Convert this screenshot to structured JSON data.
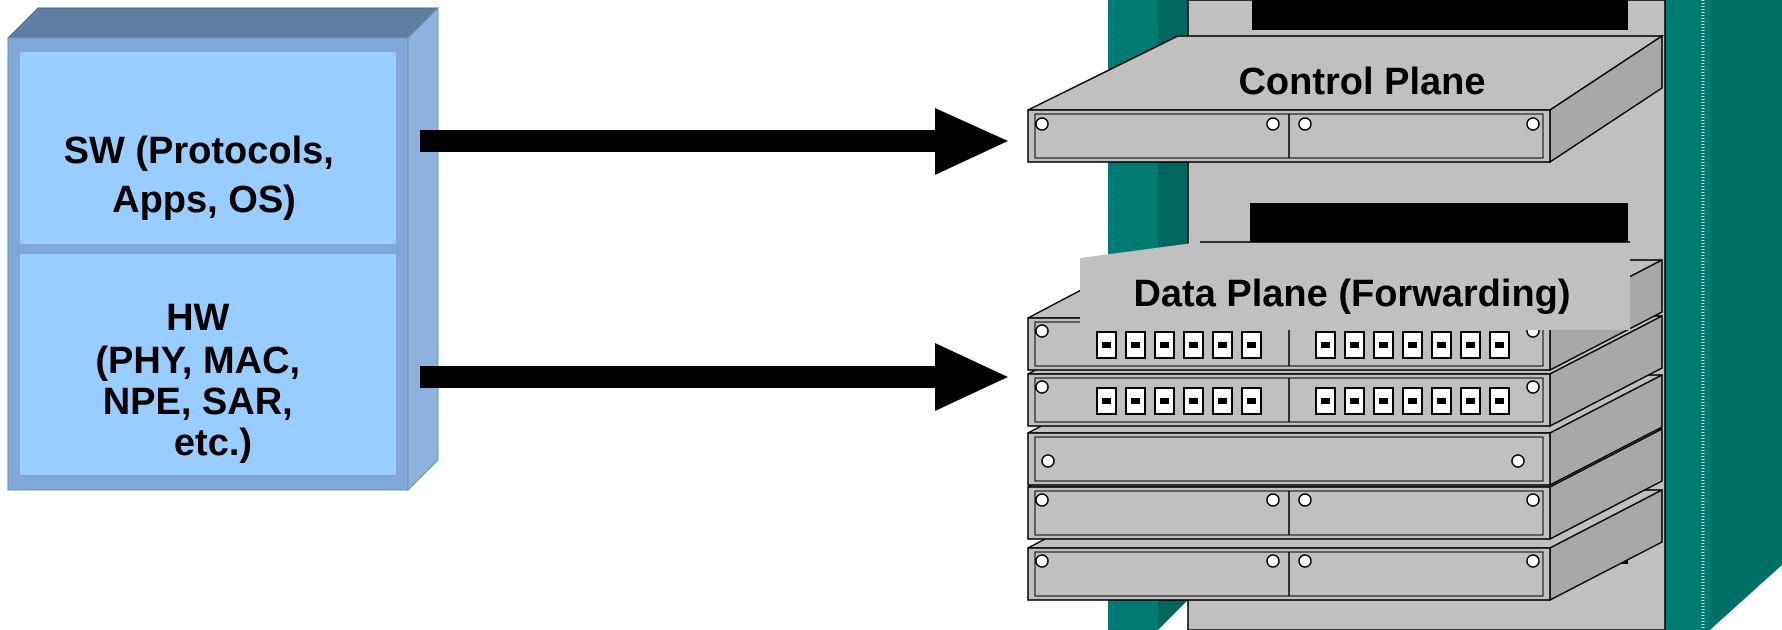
{
  "block": {
    "sw_label": [
      "SW (Protocols,",
      "Apps, OS)"
    ],
    "hw_label": [
      "HW",
      "(PHY, MAC,",
      "NPE, SAR,",
      "etc.)"
    ]
  },
  "router": {
    "control_plane_label": "Control Plane",
    "data_plane_label": "Data Plane (Forwarding)"
  },
  "colors": {
    "block_face": "#99CCFF",
    "block_frame": "#7FA8D8",
    "block_top": "#5F7FA2",
    "block_side": "#8CB2DD",
    "rack_teal": "#007B73",
    "rack_teal_light": "#00968C",
    "rack_grey": "#C0C0C0",
    "arrow": "#000000"
  },
  "icons": {
    "arrows": "right-arrow-icon",
    "rack": "router-rack-icon"
  }
}
